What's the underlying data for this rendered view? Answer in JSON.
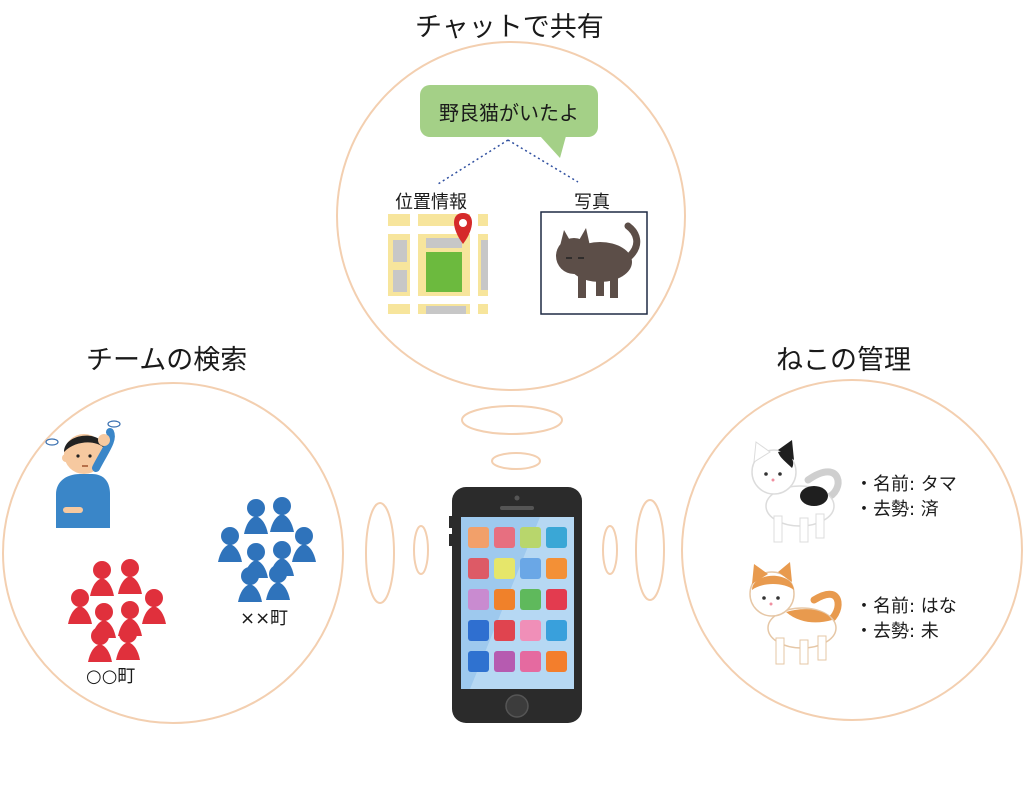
{
  "chat_section": {
    "title": "チャットで共有",
    "bubble_text": "野良猫がいたよ",
    "location_label": "位置情報",
    "photo_label": "写真"
  },
  "team_section": {
    "title": "チームの検索",
    "town_a": "○○町",
    "town_b": "××町"
  },
  "cat_section": {
    "title": "ねこの管理",
    "cat1": {
      "name_line": "・名前: タマ",
      "neuter_line": "・去勢: 済"
    },
    "cat2": {
      "name_line": "・名前: はな",
      "neuter_line": "・去勢: 未"
    }
  },
  "colors": {
    "circle_outline": "#f3cfb0",
    "bubble_green": "#a4d087",
    "team_red": "#e0303c",
    "team_blue": "#2f73bb",
    "phone_body": "#2b2b2b"
  },
  "app_icon_colors": [
    "#f2a06a",
    "#e76f80",
    "#b8d66c",
    "#3aa7d6",
    "#dd5a66",
    "#e6e66a",
    "#6aa7e6",
    "#f39036",
    "#c98bd0",
    "#f0812a",
    "#5fb95c",
    "#e33b4f",
    "#2f6fd0",
    "#e0444f",
    "#f08fb8",
    "#39a0dc",
    "#2f72d0",
    "#b65bb0",
    "#e56aa0",
    "#f37e2c"
  ]
}
